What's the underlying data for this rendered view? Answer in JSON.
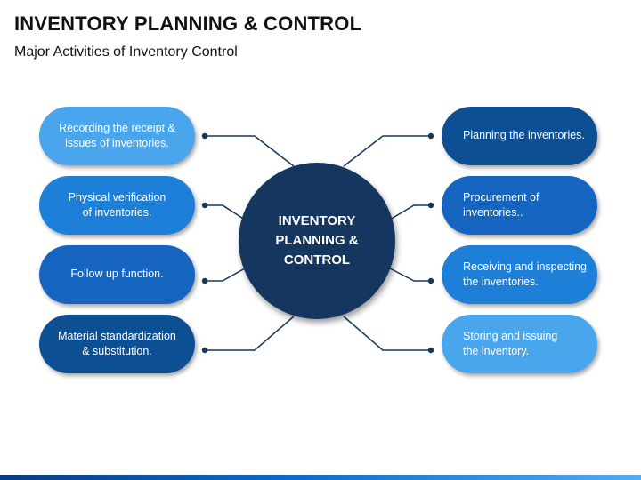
{
  "header": {
    "title": "INVENTORY PLANNING & CONTROL",
    "subtitle": "Major Activities of Inventory Control"
  },
  "hub": {
    "label": "INVENTORY\nPLANNING &\nCONTROL",
    "color": "#14365f"
  },
  "left_items": [
    {
      "label": "Recording the receipt &\nissues of inventories.",
      "color": "#4aa6ec"
    },
    {
      "label": "Physical verification\nof inventories.",
      "color": "#1e7fd8"
    },
    {
      "label": "Follow up function.",
      "color": "#1565c0"
    },
    {
      "label": "Material standardization\n& substitution.",
      "color": "#0d4f93"
    }
  ],
  "right_items": [
    {
      "label": "Planning the inventories.",
      "color": "#0d4f93"
    },
    {
      "label": "Procurement of\ninventories..",
      "color": "#1565c0"
    },
    {
      "label": "Receiving and inspecting\nthe inventories.",
      "color": "#1e7fd8"
    },
    {
      "label": "Storing and issuing\nthe inventory.",
      "color": "#4aa6ec"
    }
  ],
  "colors": {
    "connector": "#14365f",
    "footer_start": "#0b3d78",
    "footer_end": "#5aa9ea"
  }
}
